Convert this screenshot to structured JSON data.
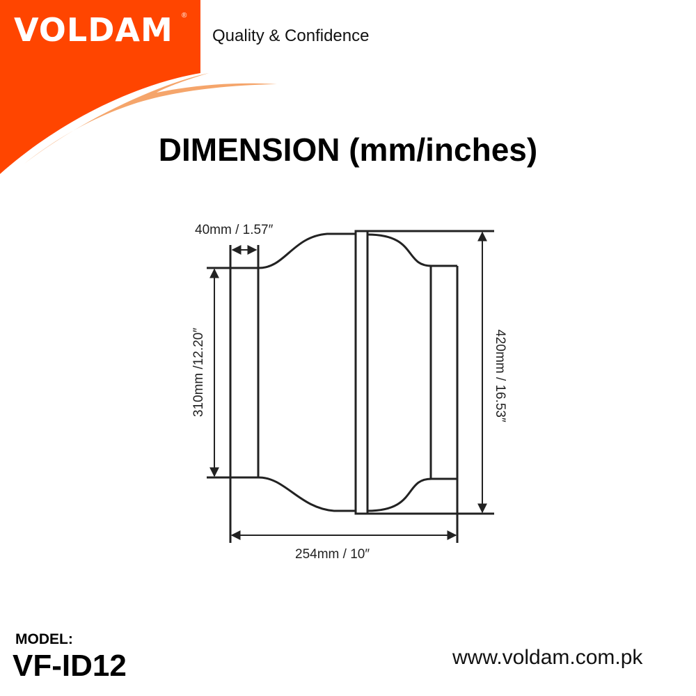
{
  "brand": {
    "logo": "VOLDAM",
    "registered": "®",
    "tagline": "Quality & Confidence",
    "colors": {
      "primary": "#ff4500",
      "accent": "#f5a56b"
    }
  },
  "title": "DIMENSION (mm/inches)",
  "dimensions": {
    "collar_length": "40mm / 1.57″",
    "inlet_diameter": "310mm /12.20″",
    "outer_diameter": "420mm / 16.53″",
    "overall_length": "254mm / 10″"
  },
  "footer": {
    "model_label": "MODEL:",
    "model_value": "VF-ID12",
    "website": "www.voldam.com.pk"
  }
}
